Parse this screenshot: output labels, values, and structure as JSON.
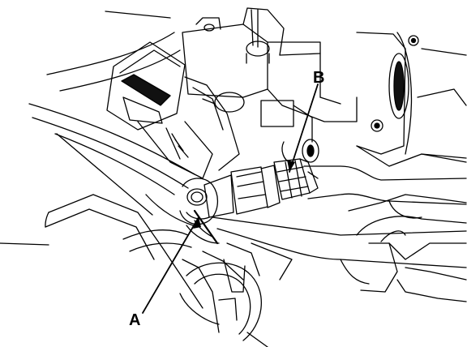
{
  "callouts": [
    {
      "id": "A",
      "label": "A"
    },
    {
      "id": "B",
      "label": "B"
    }
  ],
  "colors": {
    "line": "#000000",
    "background": "#ffffff",
    "shade": "#1a1a1a"
  }
}
